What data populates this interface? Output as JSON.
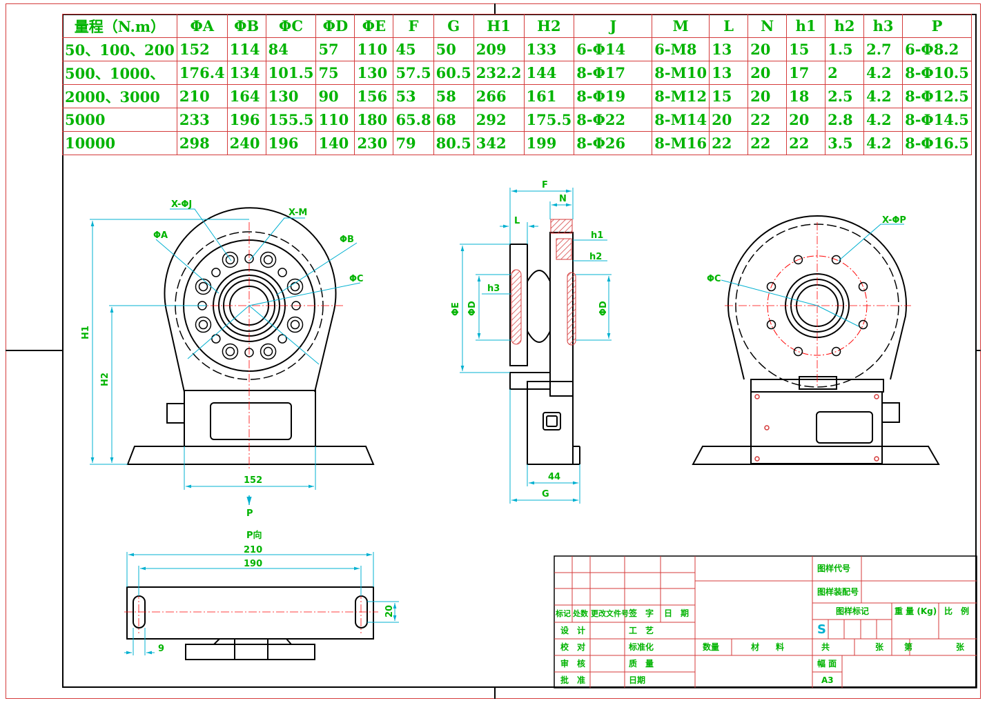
{
  "spec_table": {
    "headers": [
      "量程（N.m）",
      "ΦA",
      "ΦB",
      "ΦC",
      "ΦD",
      "ΦE",
      "F",
      "G",
      "H1",
      "H2",
      "J",
      "M",
      "L",
      "N",
      "h1",
      "h2",
      "h3",
      "P"
    ],
    "rows": [
      [
        "50、100、200",
        "152",
        "114",
        "84",
        "57",
        "110",
        "45",
        "50",
        "209",
        "133",
        "6-Φ14",
        "6-M8",
        "13",
        "20",
        "15",
        "1.5",
        "2.7",
        "6-Φ8.2"
      ],
      [
        "500、1000、",
        "176.4",
        "134",
        "101.5",
        "75",
        "130",
        "57.5",
        "60.5",
        "232.2",
        "144",
        "8-Φ17",
        "8-M10",
        "13",
        "20",
        "17",
        "2",
        "4.2",
        "8-Φ10.5"
      ],
      [
        "2000、3000",
        "210",
        "164",
        "130",
        "90",
        "156",
        "53",
        "58",
        "266",
        "161",
        "8-Φ19",
        "8-M12",
        "15",
        "20",
        "18",
        "2.5",
        "4.2",
        "8-Φ12.5"
      ],
      [
        "5000",
        "233",
        "196",
        "155.5",
        "110",
        "180",
        "65.8",
        "68",
        "292",
        "175.5",
        "8-Φ22",
        "8-M14",
        "20",
        "22",
        "20",
        "2.8",
        "4.2",
        "8-Φ14.5"
      ],
      [
        "10000",
        "298",
        "240",
        "196",
        "140",
        "230",
        "79",
        "80.5",
        "342",
        "199",
        "8-Φ26",
        "8-M16",
        "22",
        "22",
        "22",
        "3.5",
        "4.2",
        "8-Φ16.5"
      ]
    ]
  },
  "front_view": {
    "labels": {
      "xj": "X-ΦJ",
      "xm": "X-M",
      "phia": "ΦA",
      "phib": "ΦB",
      "phic": "ΦC",
      "h1": "H1",
      "h2": "H2",
      "width": "152",
      "arrow": "P"
    }
  },
  "side_view": {
    "labels": {
      "f": "F",
      "n": "N",
      "l": "L",
      "h1": "h1",
      "h2": "h2",
      "h3": "h3",
      "phie": "ΦE",
      "phid_left": "ΦD",
      "phid_right": "ΦD",
      "dim44": "44",
      "g": "G"
    }
  },
  "rear_view": {
    "labels": {
      "xp": "X-ΦP",
      "phic": "ΦC"
    }
  },
  "p_view": {
    "labels": {
      "title": "P向",
      "dim210": "210",
      "dim190": "190",
      "dim9": "9",
      "dim20": "20"
    }
  },
  "title_block": {
    "drawing_code": "图样代号",
    "assembly_code": "图样装配号",
    "row_labels": [
      "标记",
      "处数",
      "更改文件号",
      "签　字",
      "日　期"
    ],
    "design": "设　计",
    "process": "工　艺",
    "check": "校　对",
    "standard": "标准化",
    "review": "审　核",
    "quality": "质　量",
    "approve": "批　准",
    "date": "日期",
    "quantity": "数量",
    "material": "材　　料",
    "drawing_mark": "图样标记",
    "weight": "重 量 (Kg)",
    "scale": "比　例",
    "mark_s": "S",
    "total": "共",
    "sheets": "张",
    "sheet_no": "第",
    "sheets2": "张",
    "format": "幅 面",
    "format_value": "A3"
  },
  "colors": {
    "outline": "#000000",
    "dimension": "#00b0d0",
    "text": "#00b300",
    "centerline": "#ff0000",
    "border": "#d43a3a"
  }
}
